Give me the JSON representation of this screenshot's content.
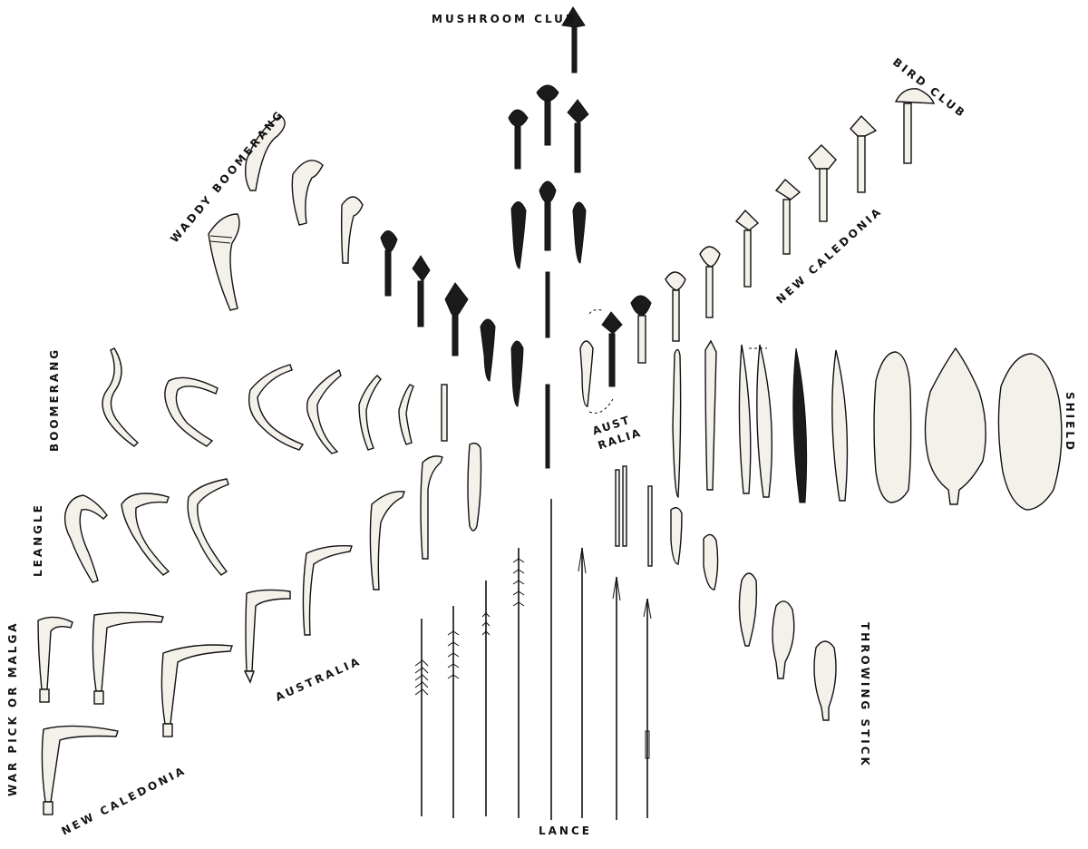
{
  "labels": {
    "mushroom_club": "MUSHROOM CLUB",
    "bird_club": "BIRD CLUB",
    "waddy_boomerang": "WADDY BOOMERANG",
    "new_caledonia_top": "NEW CALEDONIA",
    "boomerang": "BOOMERANG",
    "shield": "SHIELD",
    "australia_center_1": "AUST",
    "australia_center_2": "RALIA",
    "leangle": "LEANGLE",
    "war_pick": "WAR PICK OR MALGA",
    "australia_bottom": "AUSTRALIA",
    "new_caledonia_bottom": "NEW CALEDONIA",
    "throwing_stick": "THROWING STICK",
    "lance": "LANCE"
  },
  "colors": {
    "ink": "#111111",
    "paper": "#ffffff",
    "fill": "#f4f1ea"
  }
}
